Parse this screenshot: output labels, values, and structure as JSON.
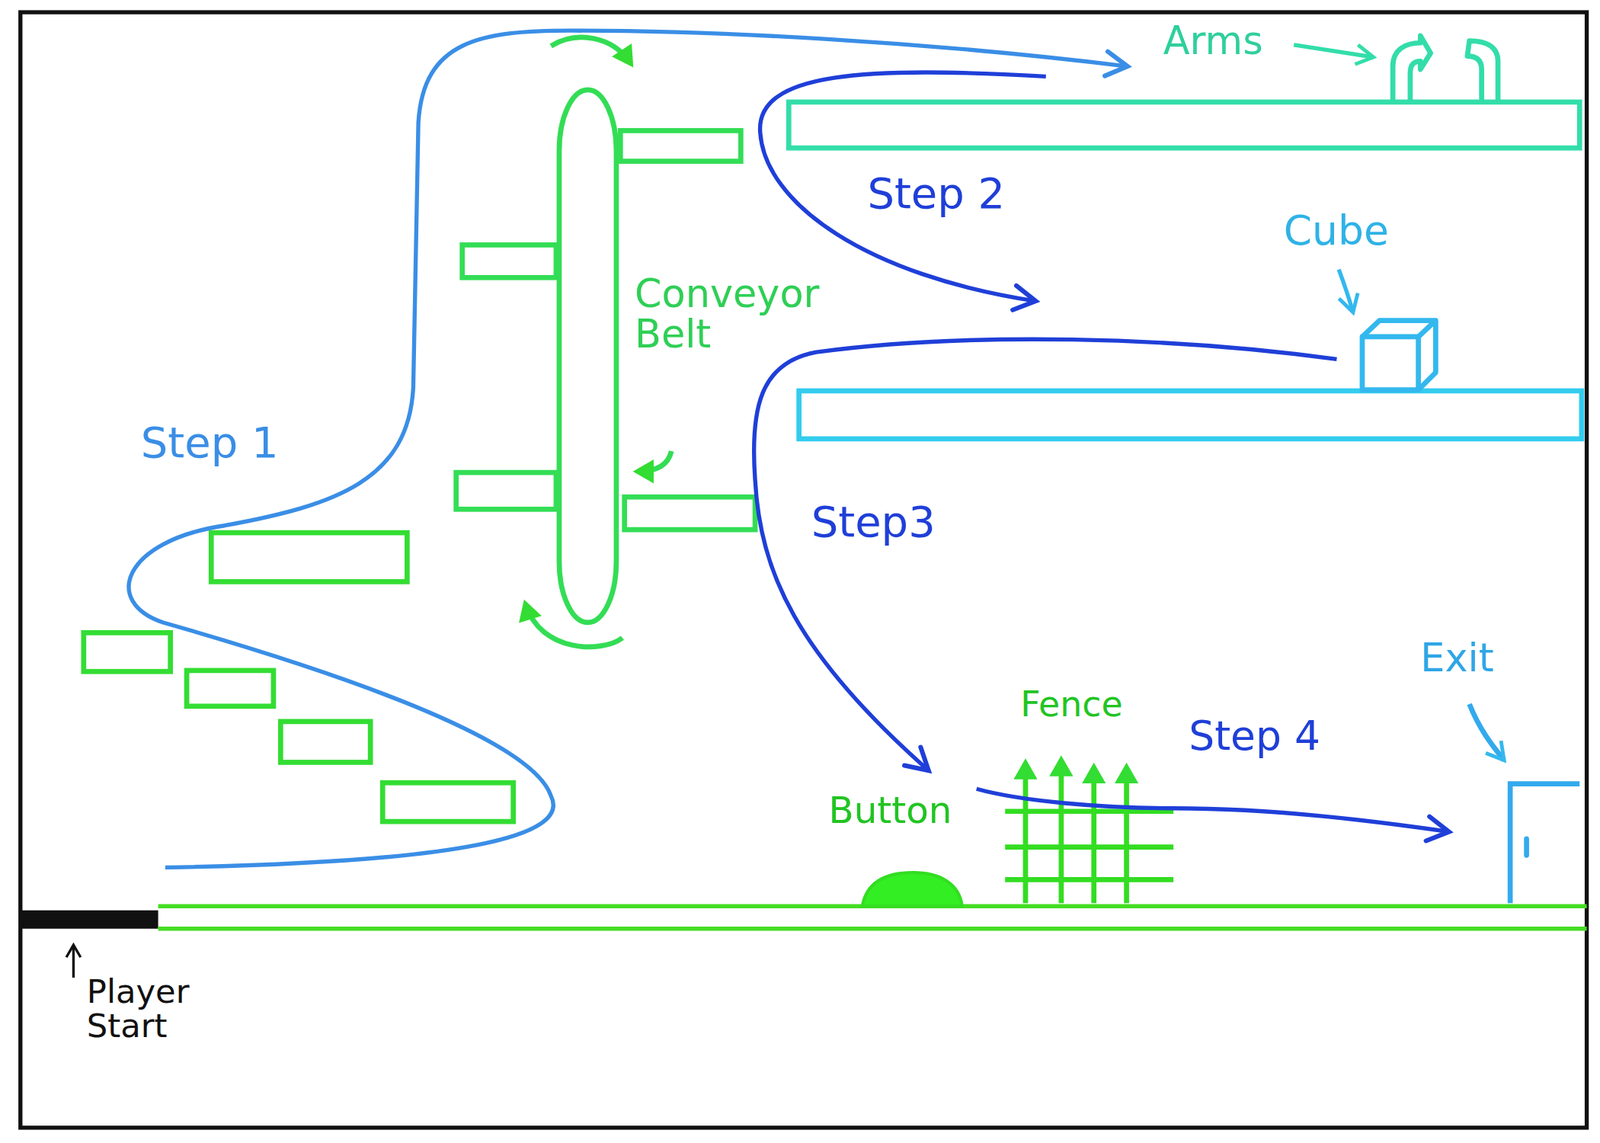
{
  "diagram": {
    "labels": [
      "Arms",
      "Step 2",
      "Cube",
      "Conveyor Belt",
      "Step 1",
      "Step3",
      "Exit",
      "Fence",
      "Step 4",
      "Button",
      "Player Start"
    ]
  }
}
